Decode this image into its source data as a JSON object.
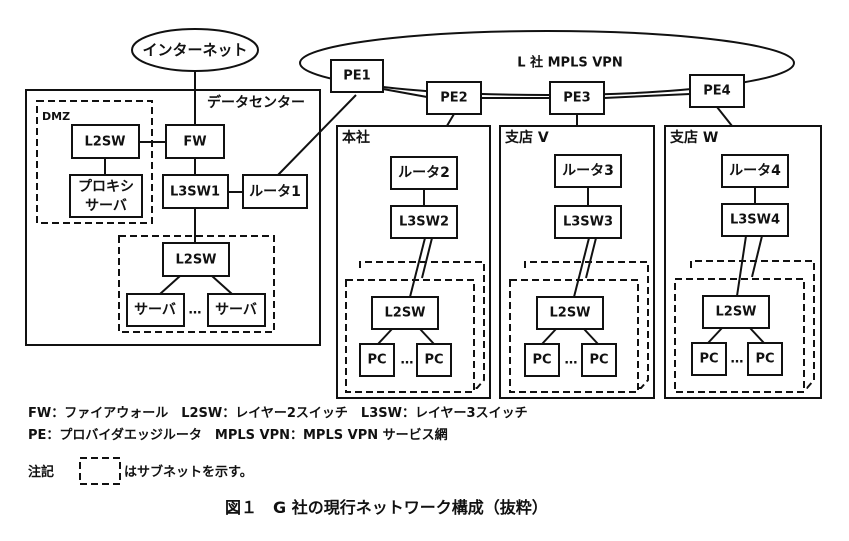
{
  "diagram": {
    "internet": "インターネット",
    "mpls_cloud": "L 社 MPLS VPN",
    "pe": [
      "PE1",
      "PE2",
      "PE3",
      "PE4"
    ],
    "datacenter": {
      "title": "データセンター",
      "dmz_label": "DMZ",
      "dmz_l2sw": "L2SW",
      "proxy": [
        "プロキシ",
        "サーバ"
      ],
      "fw": "FW",
      "l3sw": "L3SW1",
      "router": "ルータ1",
      "server_l2sw": "L2SW",
      "server": "サーバ",
      "ellipsis": "…"
    },
    "sites": [
      {
        "title": "本社",
        "router": "ルータ2",
        "l3sw": "L3SW2",
        "l2sw": "L2SW",
        "pc": "PC",
        "ellipsis": "…"
      },
      {
        "title": "支店 V",
        "router": "ルータ3",
        "l3sw": "L3SW3",
        "l2sw": "L2SW",
        "pc": "PC",
        "ellipsis": "…"
      },
      {
        "title": "支店 W",
        "router": "ルータ4",
        "l3sw": "L3SW4",
        "l2sw": "L2SW",
        "pc": "PC",
        "ellipsis": "…"
      }
    ]
  },
  "legend": {
    "line1": "FW：ファイアウォール　L2SW：レイヤー2スイッチ　L3SW：レイヤー3スイッチ",
    "line2": "PE：プロバイダエッジルータ　MPLS VPN：MPLS VPN サービス網",
    "note_label": "注記",
    "note_text": "はサブネットを示す。"
  },
  "caption": "図１　G 社の現行ネットワーク構成（抜粋）"
}
